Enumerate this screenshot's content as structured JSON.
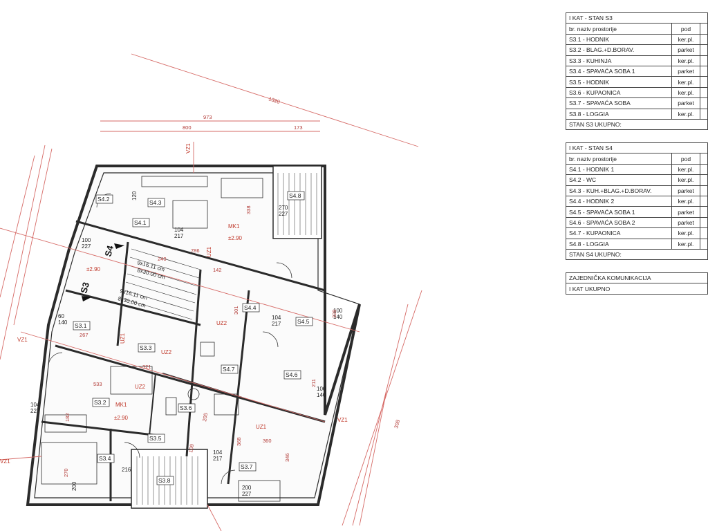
{
  "tables": {
    "s3": {
      "title": "I KAT - STAN S3",
      "col_name": "br.  naziv prostorije",
      "col_floor": "pod",
      "rows": [
        {
          "name": "S3.1 - HODNIK",
          "floor": "ker.pl."
        },
        {
          "name": "S3.2 - BLAG.+D.BORAV.",
          "floor": "parket"
        },
        {
          "name": "S3.3 - KUHINJA",
          "floor": "ker.pl."
        },
        {
          "name": "S3.4 - SPAVAĆA SOBA 1",
          "floor": "parket"
        },
        {
          "name": "S3.5 - HODNIK",
          "floor": "ker.pl."
        },
        {
          "name": "S3.6 - KUPAONICA",
          "floor": "ker.pl."
        },
        {
          "name": "S3.7 - SPAVAĆA SOBA",
          "floor": "parket"
        },
        {
          "name": "S3.8 - LOGGIA",
          "floor": "ker.pl."
        }
      ],
      "total": "STAN S3  UKUPNO:"
    },
    "s4": {
      "title": "I KAT - STAN S4",
      "col_name": "br.  naziv prostorije",
      "col_floor": "pod",
      "rows": [
        {
          "name": "S4.1 - HODNIK 1",
          "floor": "ker.pl."
        },
        {
          "name": "S4.2 - WC",
          "floor": "ker.pl."
        },
        {
          "name": "S4.3 - KUH.+BLAG.+D.BORAV.",
          "floor": "parket"
        },
        {
          "name": "S4.4 - HODNIK 2",
          "floor": "ker.pl."
        },
        {
          "name": "S4.5 - SPAVAĆA SOBA 1",
          "floor": "parket"
        },
        {
          "name": "S4.6 - SPAVAĆA SOBA 2",
          "floor": "parket"
        },
        {
          "name": "S4.7 - KUPAONICA",
          "floor": "ker.pl."
        },
        {
          "name": "S4.8 - LOGGIA",
          "floor": "ker.pl."
        }
      ],
      "total": "STAN S4  UKUPNO:"
    },
    "common": {
      "label": "ZAJEDNIČKA KOMUNIKACIJA",
      "total": "I KAT  UKUPNO"
    }
  },
  "plan": {
    "rooms": [
      "S4.2",
      "S4.3",
      "S4.1",
      "S4.8",
      "S4.4",
      "S4.5",
      "S4.6",
      "S4.7",
      "S3.1",
      "S3.3",
      "S3.2",
      "S3.6",
      "S3.5",
      "S3.4",
      "S3.8",
      "S3.7"
    ],
    "dims": [
      "1320",
      "973",
      "800",
      "173",
      "338",
      "786",
      "142",
      "240",
      "267",
      "321",
      "533",
      "301",
      "339",
      "211",
      "360",
      "346",
      "368",
      "308",
      "270",
      "182",
      "109",
      "205",
      "104",
      "217",
      "227",
      "100",
      "140",
      "60",
      "200",
      "216",
      "120"
    ],
    "labels": [
      "VZ1",
      "UZ1",
      "UZ2",
      "MK1",
      "S4",
      "S3"
    ],
    "levels": [
      "±2.90"
    ],
    "stairs": [
      "9x16.11 cm",
      "8x30.00 cm"
    ]
  },
  "colors": {
    "dim_line": "#d9534f",
    "wall": "#2b2b2b",
    "grid": "#d66a66"
  }
}
